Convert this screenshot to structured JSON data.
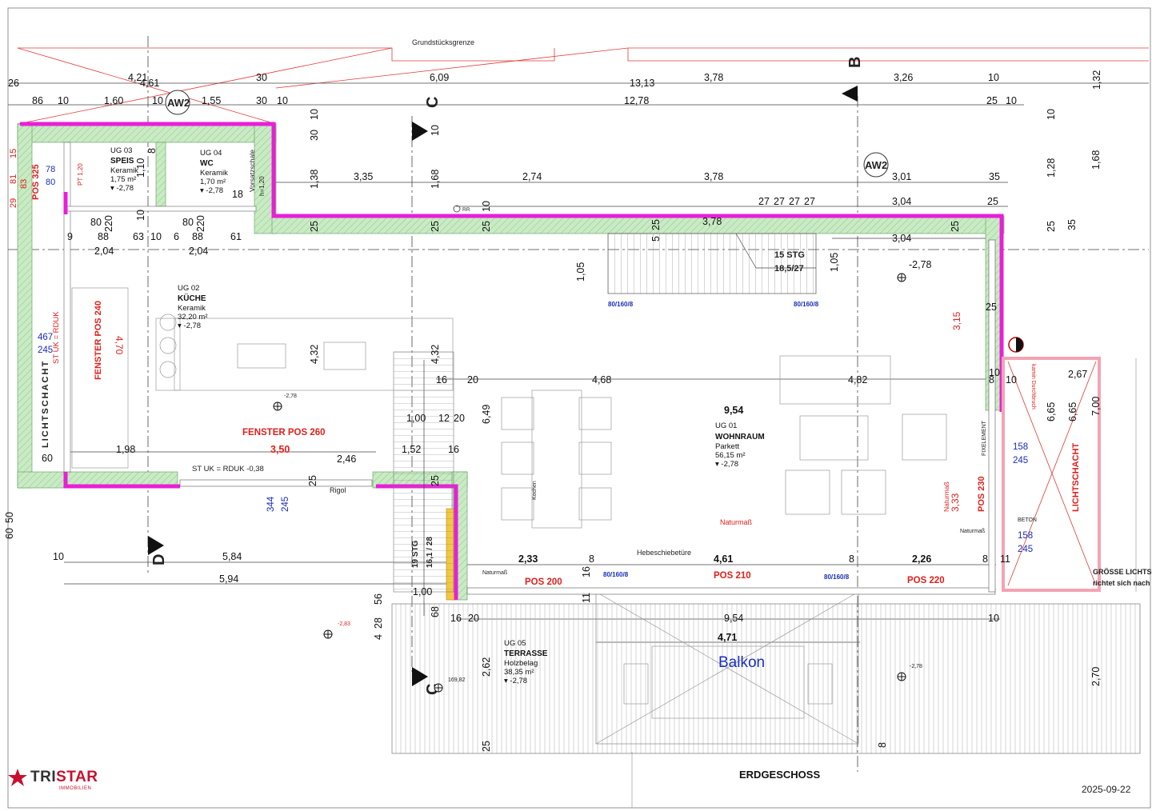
{
  "plan": {
    "boundary_label": "Grundstücksgrenze",
    "floor_title": "ERDGESCHOSS",
    "date": "2025-09-22",
    "axis_markers": [
      "AW2",
      "AW2",
      "B",
      "C",
      "C",
      "D"
    ],
    "rooms": [
      {
        "id": "UG 03",
        "name": "SPEIS",
        "floor": "Keramik",
        "area": "1,75 m²",
        "level": "▾ -2,78"
      },
      {
        "id": "UG 04",
        "name": "WC",
        "floor": "Keramik",
        "area": "1,70 m²",
        "level": "▾ -2,78"
      },
      {
        "id": "UG 02",
        "name": "KÜCHE",
        "floor": "Keramik",
        "area": "32,20 m²",
        "level": "▾ -2,78"
      },
      {
        "id": "UG 01",
        "name": "WOHNRAUM",
        "floor": "Parkett",
        "area": "56,15 m²",
        "level": "▾ -2,78"
      },
      {
        "id": "UG 05",
        "name": "TERRASSE",
        "floor": "Holzbelag",
        "area": "38,35 m²",
        "level": "▾ -2,78"
      }
    ],
    "labels": {
      "fenster_260": "FENSTER POS 260",
      "fenster_240": "FENSTER POS 240",
      "pos_325": "POS 325",
      "pos_200": "POS 200",
      "pos_210": "POS 210",
      "pos_220": "POS 220",
      "pos_230": "POS 230",
      "lichtschacht_left": "LICHTSCHACHT",
      "lichtschacht_right": "LICHTSCHACHT",
      "balkon": "Balkon",
      "stairs_upper": "15 STG",
      "stairs_upper_ratio": "18,5/27",
      "stairs_lower": "19 STG",
      "stairs_lower_ratio": "16,1 / 28",
      "hebeschiebe": "Hebeschiebetüre",
      "rigol": "Rigol",
      "st_uk_rduk": "ST UK = RDUK -0,38",
      "st_uk_rduk_v": "ST UK = RDUK",
      "vorsatzschale": "Vorsatzschale",
      "h120": "h=1,20",
      "pt120": "PT 1,20",
      "naturmass": "Naturmaß",
      "naturmass_small": "Naturmaß",
      "beton": "BETON",
      "fixelement": "FIXELEMENT",
      "kochen": "Kochen",
      "kamin": "kamin Durchbruch",
      "groesse1": "GRÖSSE LICHTSC",
      "groesse2": "richtet sich nach d",
      "rr": "RR",
      "door_801608": "80/160/8"
    },
    "levels": [
      "-2,78",
      "-2,78",
      "-2,83",
      "-2,78",
      "169,82"
    ],
    "dims_top": [
      "26",
      "4,21",
      "4,61",
      "30",
      "6,09",
      "13,13",
      "3,78",
      "3,26",
      "10",
      "1,32",
      "86",
      "10",
      "1,60",
      "10",
      "1,55",
      "30",
      "10",
      "12,78",
      "25",
      "10"
    ],
    "dims_mid": [
      "3,35",
      "2,74",
      "3,78",
      "3,01",
      "35",
      "27",
      "27",
      "27",
      "27",
      "3,04",
      "25",
      "3,78",
      "3,04",
      "1,38",
      "1,68",
      "30",
      "10",
      "10",
      "25",
      "25",
      "25",
      "25",
      "10",
      "1,68",
      "1,28",
      "10",
      "35",
      "25"
    ],
    "dims_small": [
      "9",
      "88",
      "63",
      "10",
      "6",
      "88",
      "61",
      "2,04",
      "2,04",
      "80",
      "220",
      "10",
      "80",
      "220",
      "18",
      "8",
      "1,10",
      "78",
      "80",
      "15",
      "81",
      "83",
      "29"
    ],
    "dims_interior": [
      "4,32",
      "4,32",
      "16",
      "20",
      "4,68",
      "4,82",
      "6,49",
      "1,00",
      "12",
      "20",
      "1,52",
      "16",
      "2,46",
      "1,98",
      "3,50",
      "60",
      "25",
      "25",
      "1,05",
      "1,05",
      "-2,78",
      "3,15",
      "25",
      "4,70",
      "467",
      "245",
      "344",
      "245",
      "9,54",
      "10",
      "8",
      "10",
      "2,67",
      "7,00",
      "6,65",
      "6,65",
      "158",
      "245",
      "158",
      "245",
      "3,33",
      "5",
      "25"
    ],
    "dims_bottom": [
      "10",
      "5,84",
      "5,94",
      "2,33",
      "8",
      "4,61",
      "8",
      "2,26",
      "8",
      "11",
      "16",
      "11",
      "1,00",
      "56",
      "28",
      "4",
      "68",
      "16",
      "20",
      "9,54",
      "10",
      "4,71",
      "2,62",
      "2,70",
      "25",
      "8"
    ],
    "left_edge_dims": [
      "50",
      "60"
    ]
  },
  "logo": {
    "brand_a": "TRI",
    "brand_b": "STAR",
    "sub": "IMMOBILIEN"
  }
}
